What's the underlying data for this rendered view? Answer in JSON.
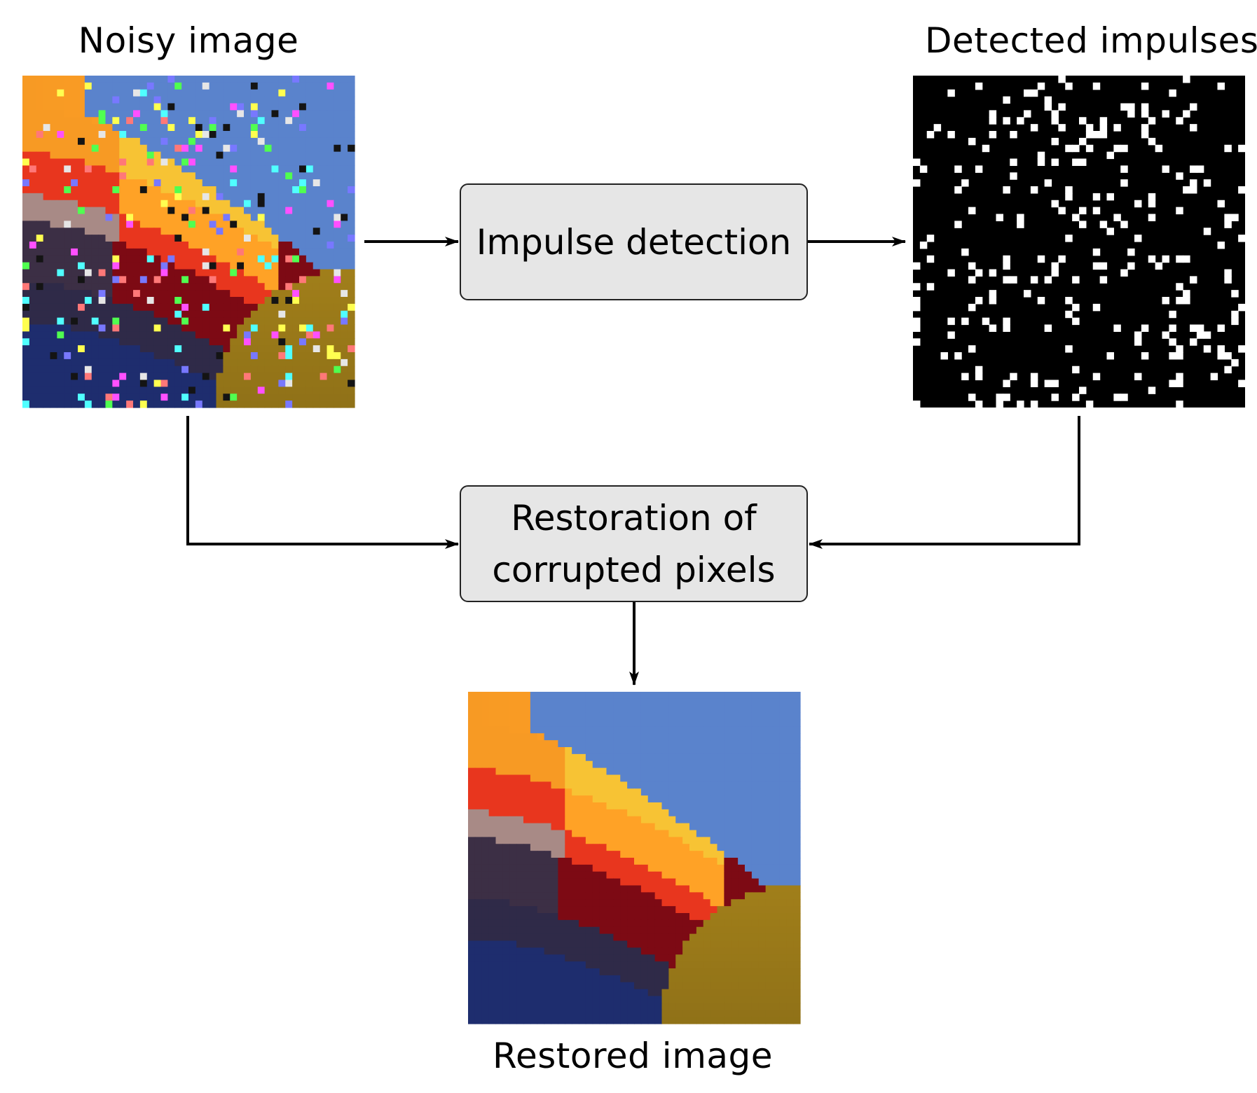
{
  "diagram": {
    "nodes": {
      "noisy_image": {
        "label": "Noisy image"
      },
      "impulse_detection": {
        "label": "Impulse detection"
      },
      "detected_impulses": {
        "label": "Detected impulses"
      },
      "restoration": {
        "label_line1": "Restoration of",
        "label_line2": "corrupted pixels"
      },
      "restored_image": {
        "label": "Restored image"
      }
    },
    "edges": [
      {
        "from": "noisy_image",
        "to": "impulse_detection"
      },
      {
        "from": "impulse_detection",
        "to": "detected_impulses"
      },
      {
        "from": "noisy_image",
        "to": "restoration"
      },
      {
        "from": "detected_impulses",
        "to": "restoration"
      },
      {
        "from": "restoration",
        "to": "restored_image"
      }
    ],
    "colors": {
      "box_fill": "#e6e6e6",
      "mask_background": "#000000",
      "mask_impulse": "#ffffff",
      "sky": "#5a83cc",
      "yellow": "#f7c334",
      "orange": "#f79a24",
      "red": "#e8361e",
      "dark_red": "#7d0a14",
      "navy": "#1e2d6e",
      "olive": "#a07e1a"
    },
    "noise_density": 0.12
  }
}
